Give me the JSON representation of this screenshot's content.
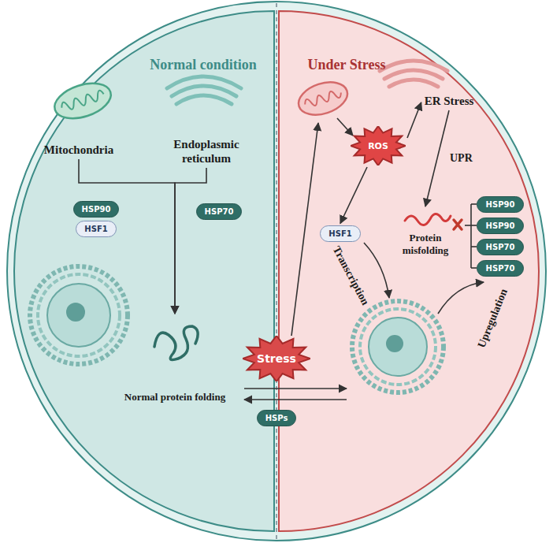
{
  "diagram": {
    "nodes": [
      {
        "text": [
          "Normal condition"
        ]
      },
      {
        "text": [
          "Under Stress"
        ]
      },
      {
        "text": [
          "Mitochondria"
        ],
        "in": 0
      },
      {
        "text": [
          "Endoplasmic reticulum"
        ],
        "in": 0
      },
      {
        "text": [
          "HSP90"
        ],
        "in": 0
      },
      {
        "text": [
          "HSF1"
        ],
        "in": 0
      },
      {
        "text": [
          "HSP70"
        ],
        "in": 0
      },
      {
        "text": [
          "Normal protein folding"
        ],
        "in": 0
      },
      {
        "text": [
          "Stress"
        ]
      },
      {
        "text": [
          "HSPs"
        ]
      },
      {
        "text": [
          "ROS"
        ],
        "in": 1
      },
      {
        "text": [
          "ER Stress"
        ],
        "in": 1
      },
      {
        "text": [
          "HSF1"
        ],
        "in": 1
      },
      {
        "text": [
          "Protein misfolding"
        ],
        "in": 1
      },
      {
        "text": [
          "HSP90"
        ],
        "in": 1
      },
      {
        "text": [
          "HSP90"
        ],
        "in": 1
      },
      {
        "text": [
          "HSP70"
        ],
        "in": 1
      },
      {
        "text": [
          "HSP70"
        ],
        "in": 1
      }
    ],
    "edges": [
      {
        "from": 2,
        "to": 7,
        "arrow": "to"
      },
      {
        "from": 3,
        "to": 7,
        "arrow": "to"
      },
      {
        "from": 10,
        "to": 11,
        "arrow": "to"
      },
      {
        "from": 11,
        "to": 13,
        "label": "UPR",
        "arrow": "to"
      },
      {
        "from": 10,
        "to": 12,
        "arrow": "to"
      }
    ],
    "labels": [
      "Transcription",
      "Upregulation"
    ]
  }
}
